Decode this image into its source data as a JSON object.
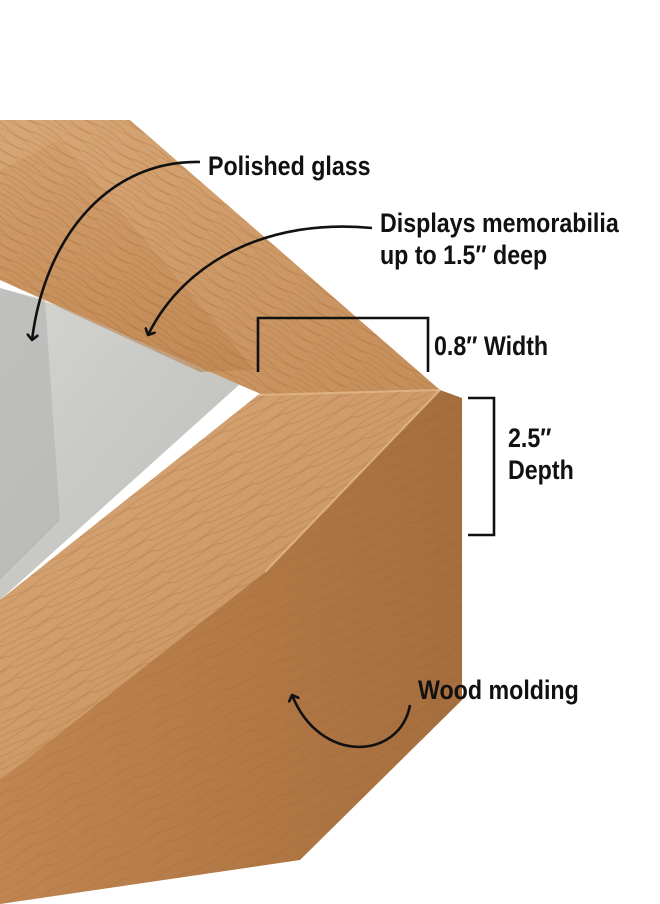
{
  "image": {
    "description_colors": {
      "oak_light": "#d9a877",
      "oak_mid": "#c8915c",
      "oak_dark": "#a66f3f",
      "glass_backing": "#c9c9c6",
      "ink": "#111111"
    }
  },
  "callouts": {
    "glass": "Polished glass",
    "display_line1": "Displays memorabilia",
    "display_line2": "up to 1.5″ deep",
    "width": "0.8″ Width",
    "depth_line1": "2.5″",
    "depth_line2": "Depth",
    "wood": "Wood molding"
  }
}
